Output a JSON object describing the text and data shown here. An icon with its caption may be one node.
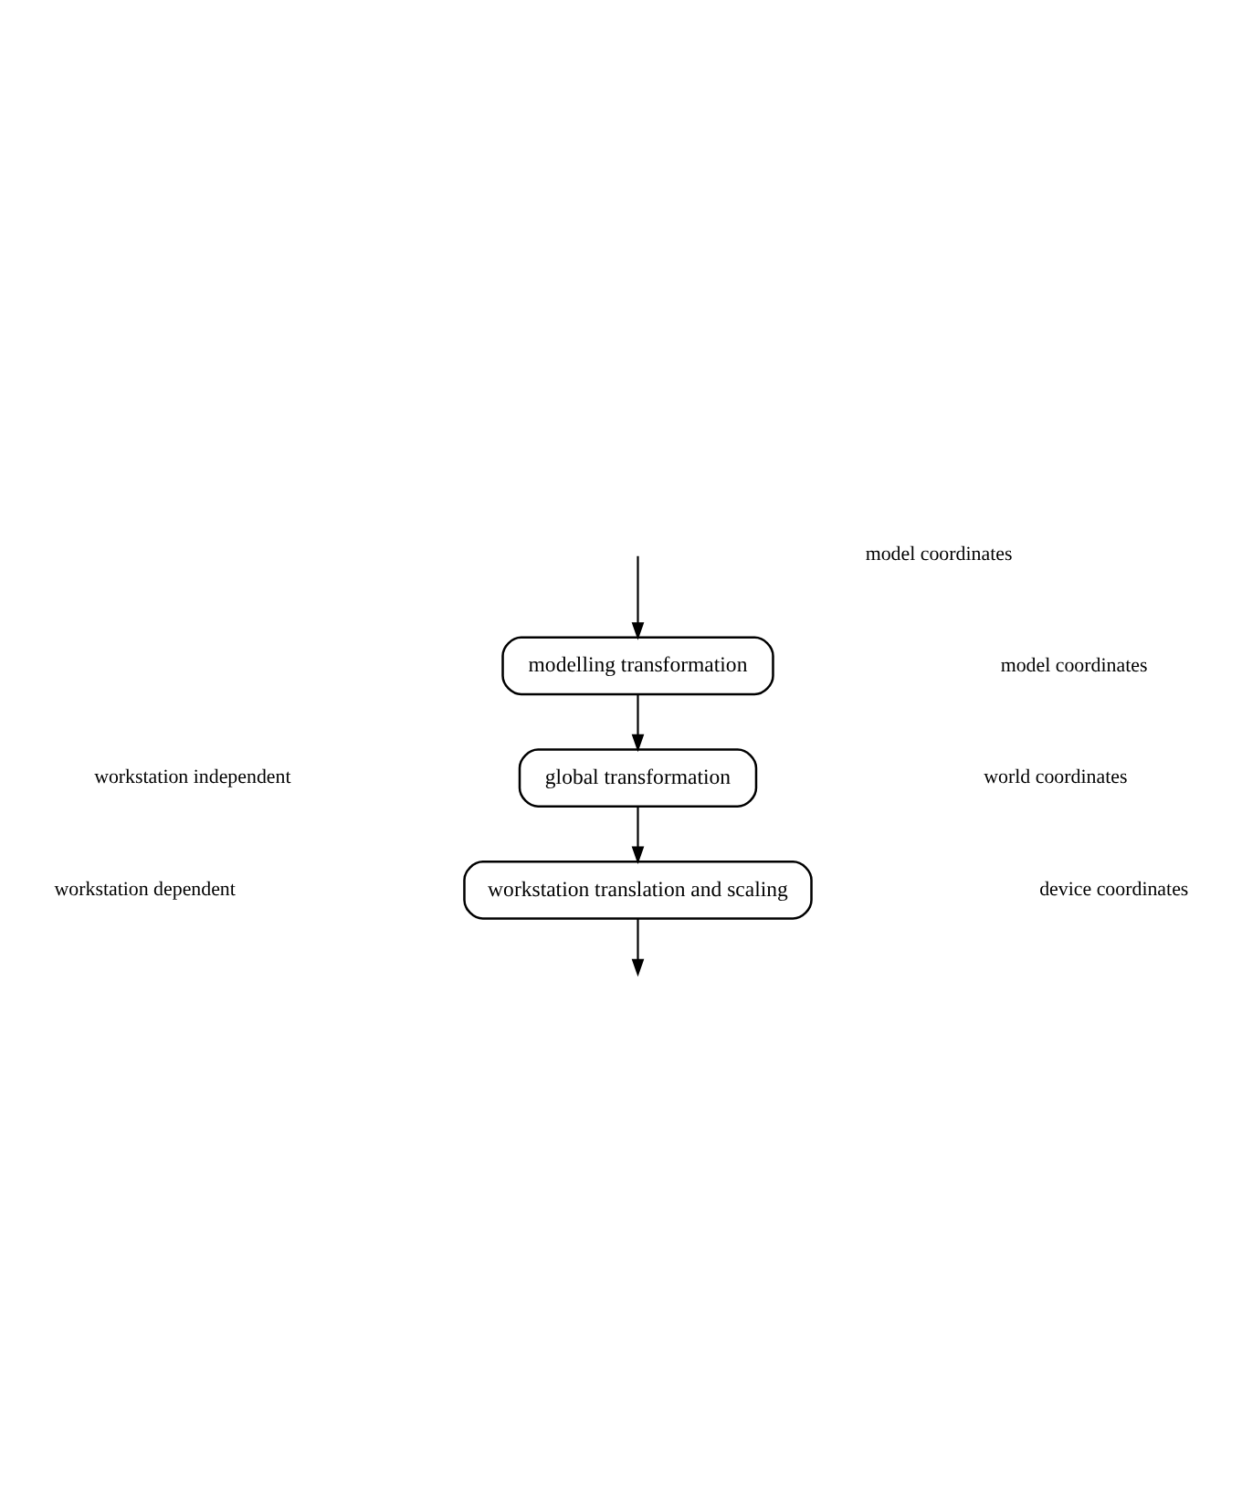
{
  "diagram": {
    "nodes": [
      {
        "text": [
          "modelling transformation"
        ]
      },
      {
        "text": [
          "global transformation"
        ]
      },
      {
        "text": [
          "workstation translation and scaling"
        ]
      }
    ],
    "edges": [
      {
        "from": null,
        "to": 0,
        "arrow": "to"
      },
      {
        "from": 0,
        "to": 1,
        "arrow": "to"
      },
      {
        "from": 1,
        "to": 2,
        "arrow": "to"
      },
      {
        "from": 2,
        "to": null,
        "arrow": "to"
      }
    ],
    "labels": [
      "model coordinates",
      "model coordinates",
      "workstation independent",
      "world coordinates",
      "workstation dependent",
      "device coordinates"
    ]
  }
}
